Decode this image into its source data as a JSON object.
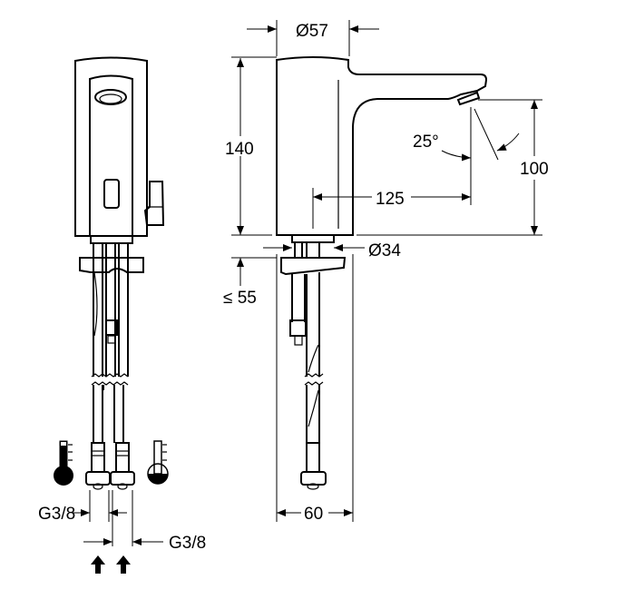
{
  "dimensions": {
    "body_diameter": "Ø57",
    "height": "140",
    "spout_height": "100",
    "spout_reach": "125",
    "spray_angle": "25°",
    "base_diameter": "Ø34",
    "counter_thickness": "≤ 55",
    "base_depth": "60",
    "connection_hot": "G3/8",
    "connection_cold": "G3/8"
  },
  "icons": [
    "hot-water-thermometer-icon",
    "cold-water-thermometer-icon",
    "water-inlet-arrow-icon"
  ]
}
